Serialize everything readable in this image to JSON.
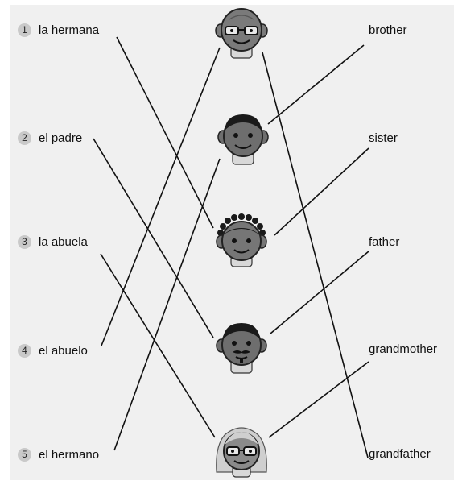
{
  "spanish_terms": [
    {
      "number": "1",
      "text": "la hermana"
    },
    {
      "number": "2",
      "text": "el padre"
    },
    {
      "number": "3",
      "text": "la abuela"
    },
    {
      "number": "4",
      "text": "el abuelo"
    },
    {
      "number": "5",
      "text": "el hermano"
    }
  ],
  "english_terms": [
    "brother",
    "sister",
    "father",
    "grandmother",
    "grandfather"
  ],
  "faces": [
    {
      "name": "face-grandfather-icon",
      "depicts": "bald man with glasses"
    },
    {
      "name": "face-brother-icon",
      "depicts": "boy with short hair"
    },
    {
      "name": "face-sister-icon",
      "depicts": "girl with curly hair"
    },
    {
      "name": "face-father-icon",
      "depicts": "man with mustache"
    },
    {
      "name": "face-grandmother-icon",
      "depicts": "old woman with glasses and grey hair"
    }
  ],
  "colors": {
    "background": "#f0f0f0",
    "line": "#111111",
    "face": "#7a7a7a",
    "badge": "#c9c9c9"
  }
}
